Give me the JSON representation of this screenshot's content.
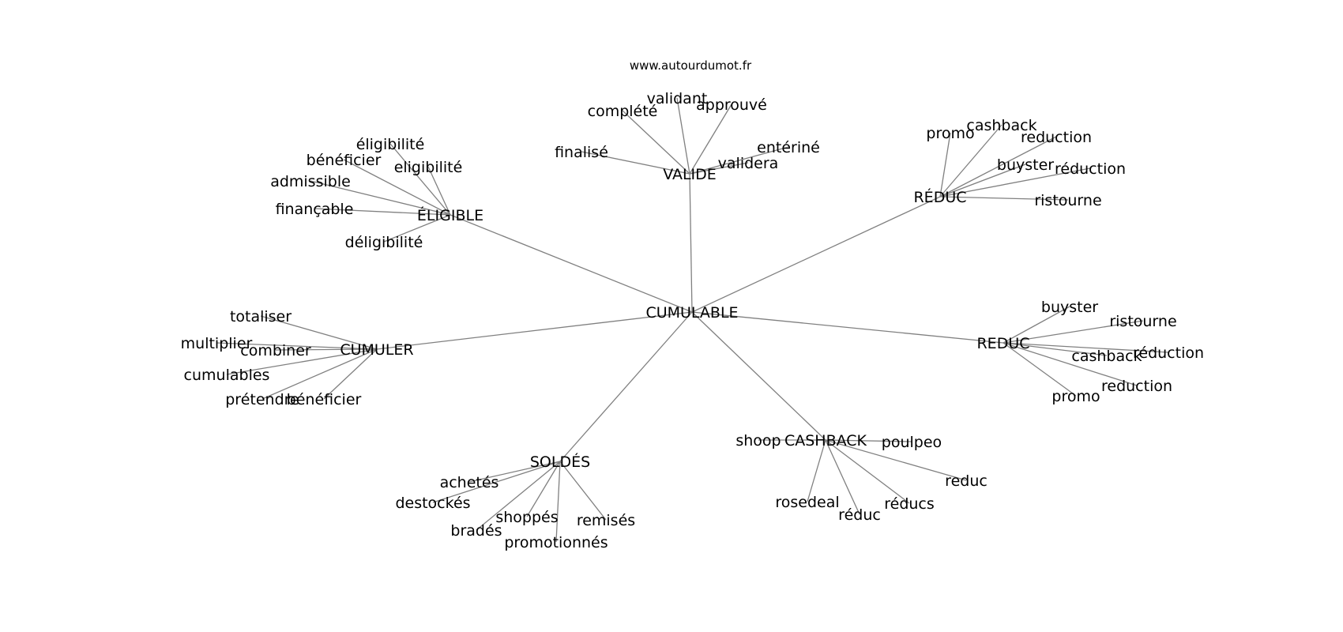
{
  "source": "www.autourdumot.fr",
  "edge_color": "#808080",
  "root": "CUMULABLE",
  "hubs": [
    {
      "id": "valide",
      "label": "VALIDE",
      "leaves": [
        "validant",
        "complété",
        "approuvé",
        "finalisé",
        "entériné",
        "validera"
      ]
    },
    {
      "id": "eligible",
      "label": "ÉLIGIBLE",
      "leaves": [
        "éligibilité",
        "bénéficier",
        "eligibilité",
        "admissible",
        "finançable",
        "déligibilité"
      ]
    },
    {
      "id": "reduc-accent",
      "label": "RÉDUC",
      "leaves": [
        "promo",
        "cashback",
        "reduction",
        "buyster",
        "réduction",
        "ristourne"
      ]
    },
    {
      "id": "cumuler",
      "label": "CUMULER",
      "leaves": [
        "totaliser",
        "multiplier",
        "combiner",
        "cumulables",
        "prétendre",
        "bénéficier"
      ]
    },
    {
      "id": "reduc",
      "label": "REDUC",
      "leaves": [
        "buyster",
        "ristourne",
        "cashback",
        "réduction",
        "reduction",
        "promo"
      ]
    },
    {
      "id": "soldes",
      "label": "SOLDÉS",
      "leaves": [
        "achetés",
        "destockés",
        "shoppés",
        "bradés",
        "remisés",
        "promotionnés"
      ]
    },
    {
      "id": "cashback",
      "label": "CASHBACK",
      "leaves": [
        "shoop",
        "poulpeo",
        "reduc",
        "rosedeal",
        "réducs",
        "réduc"
      ]
    }
  ]
}
